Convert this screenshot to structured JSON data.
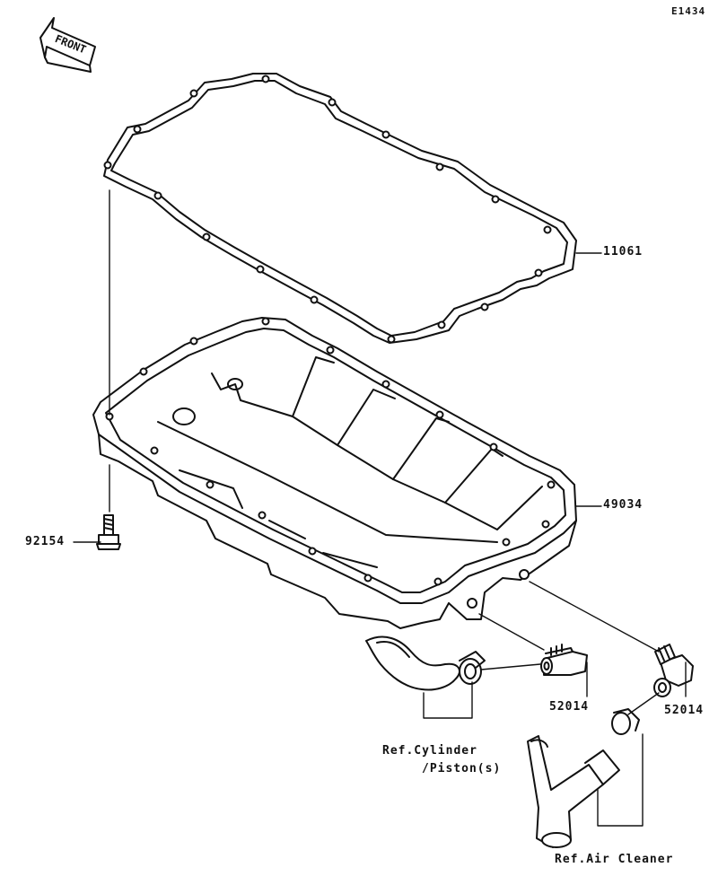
{
  "diagram_id": "E1434",
  "front_label": "FRONT",
  "parts": [
    {
      "number": "11061",
      "name": "gasket"
    },
    {
      "number": "49034",
      "name": "oil-pan"
    },
    {
      "number": "92154",
      "name": "bolt"
    },
    {
      "number": "52014",
      "name": "fitting-left"
    },
    {
      "number": "52014",
      "name": "fitting-right"
    }
  ],
  "references": {
    "cylinder_line1": "Ref.Cylinder",
    "cylinder_line2": "/Piston(s)",
    "air_cleaner": "Ref.Air Cleaner"
  }
}
